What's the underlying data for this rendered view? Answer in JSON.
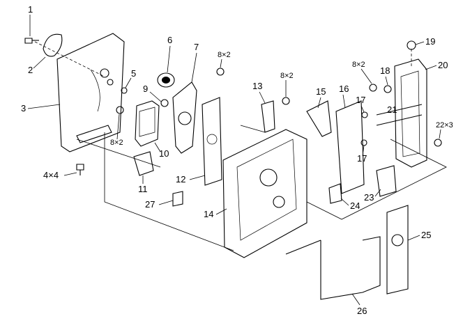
{
  "callouts": {
    "c1": "1",
    "c2": "2",
    "c3": "3",
    "c4": "4×4",
    "c5": "5",
    "c6": "6",
    "c7": "7",
    "c8a": "8×2",
    "c8b": "8×2",
    "c8c": "8×2",
    "c8d": "8×2",
    "c9": "9",
    "c10": "10",
    "c11": "11",
    "c12": "12",
    "c13": "13",
    "c14": "14",
    "c15": "15",
    "c16": "16",
    "c17a": "17",
    "c17b": "17",
    "c18": "18",
    "c19": "19",
    "c20": "20",
    "c21": "21",
    "c22": "22×3",
    "c23": "23",
    "c24": "24",
    "c25": "25",
    "c26": "26",
    "c27": "27"
  }
}
